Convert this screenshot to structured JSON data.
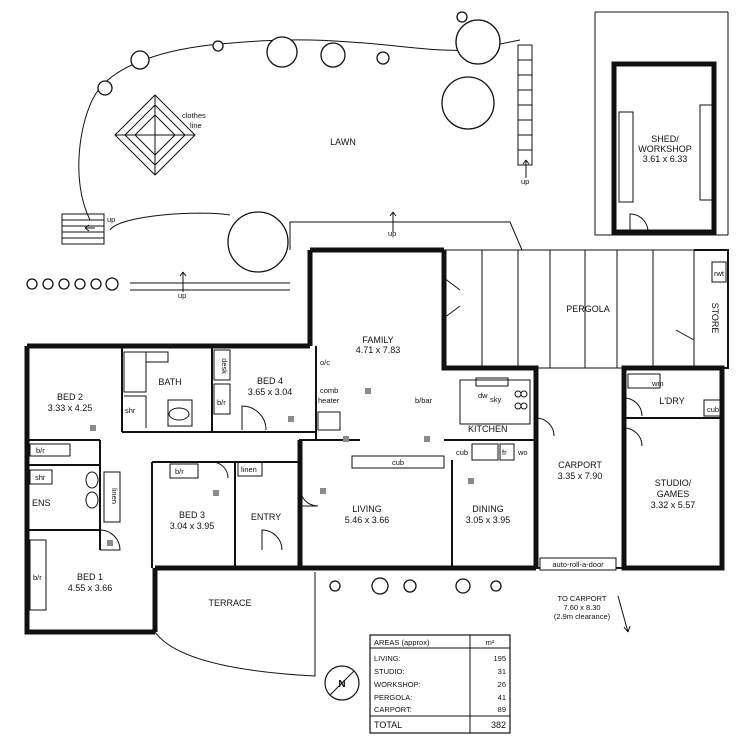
{
  "labels": {
    "lawn": "LAWN",
    "clothes": "clothes",
    "line": "line",
    "up": "up",
    "shed1": "SHED/",
    "shed2": "WORKSHOP",
    "shed_dim": "3.61 x 6.33",
    "pergola": "PERGOLA",
    "store": "STORE",
    "rwt": "rwt",
    "family": "FAMILY",
    "family_dim": "4.71 x 7.83",
    "oc": "o/c",
    "comb1": "comb",
    "comb2": "heater",
    "bbar": "b/bar",
    "dw": "dw",
    "sky": "sky",
    "kitchen": "KITCHEN",
    "cub": "cub",
    "fr": "fr",
    "wo": "wo",
    "wm": "wm",
    "ldry": "L'DRY",
    "bed2": "BED 2",
    "bed2_dim": "3.33 x 4.25",
    "bath": "BATH",
    "desk": "desk",
    "bed4": "BED 4",
    "bed4_dim": "3.65 x 3.04",
    "shr": "shr",
    "br": "b/r",
    "bir": "b/r",
    "ens": "ENS",
    "linen": "linen",
    "bed3": "BED 3",
    "bed3_dim": "3.04 x 3.95",
    "entry": "ENTRY",
    "living": "LIVING",
    "living_dim": "5.46 x 3.66",
    "dining": "DINING",
    "dining_dim": "3.05 x 3.95",
    "carport": "CARPORT",
    "carport_dim": "3.35 x 7.90",
    "studio1": "STUDIO/",
    "studio2": "GAMES",
    "studio_dim": "3.32 x 5.57",
    "bed1": "BED 1",
    "bed1_dim": "4.55 x 3.66",
    "terrace": "TERRACE",
    "autoroll": "auto-roll-a-door",
    "tocarport1": "TO CARPORT",
    "tocarport2": "7.60 x 8.30",
    "tocarport3": "(2.9m clearance)",
    "compass": "N"
  },
  "areas": {
    "title": "AREAS (approx)",
    "unit": "m²",
    "rows": [
      {
        "name": "LIVING:",
        "value": "195"
      },
      {
        "name": "STUDIO:",
        "value": "31"
      },
      {
        "name": "WORKSHOP:",
        "value": "26"
      },
      {
        "name": "PERGOLA:",
        "value": "41"
      },
      {
        "name": "CARPORT:",
        "value": "89"
      }
    ],
    "total_label": "TOTAL",
    "total_value": "382"
  }
}
